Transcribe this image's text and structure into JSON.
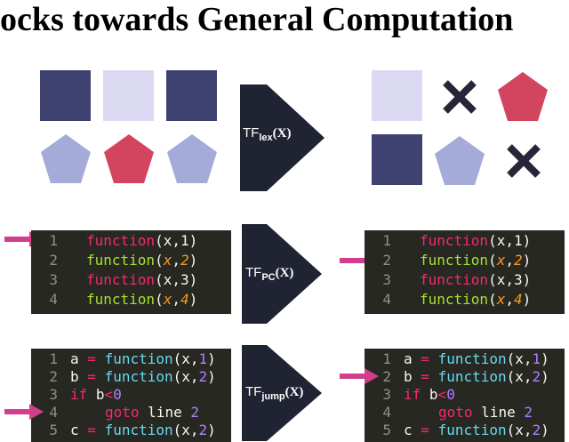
{
  "title": "ocks towards General Computation",
  "colors": {
    "dark_square": "#3f4170",
    "light_square": "#dcd9f2",
    "pentagon_blue": "#a4abd9",
    "pentagon_red": "#d3445f",
    "cross": "#272638",
    "arrow": "#202432",
    "pointer": "#d03e8c"
  },
  "row1": {
    "arrow": {
      "base": "TF",
      "sub": "lex",
      "arg": "(X)"
    }
  },
  "row2": {
    "arrow": {
      "base": "TF",
      "sub": "PC",
      "arg": "(X)"
    },
    "left_lines": [
      {
        "n": "1",
        "fn": "function",
        "open": "(x,",
        "arg": "1",
        "close": ")",
        "style": "pink-plain"
      },
      {
        "n": "2",
        "fn": "function",
        "open": "(",
        "argx": "x",
        "comma": ",",
        "arg": "2",
        "close": ")",
        "style": "green-orange"
      },
      {
        "n": "3",
        "fn": "function",
        "open": "(x,",
        "arg": "3",
        "close": ")",
        "style": "pink-plain"
      },
      {
        "n": "4",
        "fn": "function",
        "open": "(",
        "argx": "x",
        "comma": ",",
        "arg": "4",
        "close": ")",
        "style": "green-orange"
      }
    ]
  },
  "row3": {
    "arrow": {
      "base": "TF",
      "sub": "jump",
      "arg": "(X)"
    },
    "lines": [
      {
        "n": "1",
        "var": "a",
        "eq": "=",
        "fn": "function",
        "args": "(x,",
        "num": "1",
        "close": ")"
      },
      {
        "n": "2",
        "var": "b",
        "eq": "=",
        "fn": "function",
        "args": "(x,",
        "num": "2",
        "close": ")"
      },
      {
        "n": "3",
        "kw": "if",
        "cond": "b",
        "op": "<",
        "num": "0"
      },
      {
        "n": "4",
        "kw": "goto",
        "word": "line",
        "num": "2"
      },
      {
        "n": "5",
        "var": "c",
        "eq": "=",
        "fn": "function",
        "args": "(x,",
        "num": "2",
        "close": ")"
      }
    ]
  }
}
